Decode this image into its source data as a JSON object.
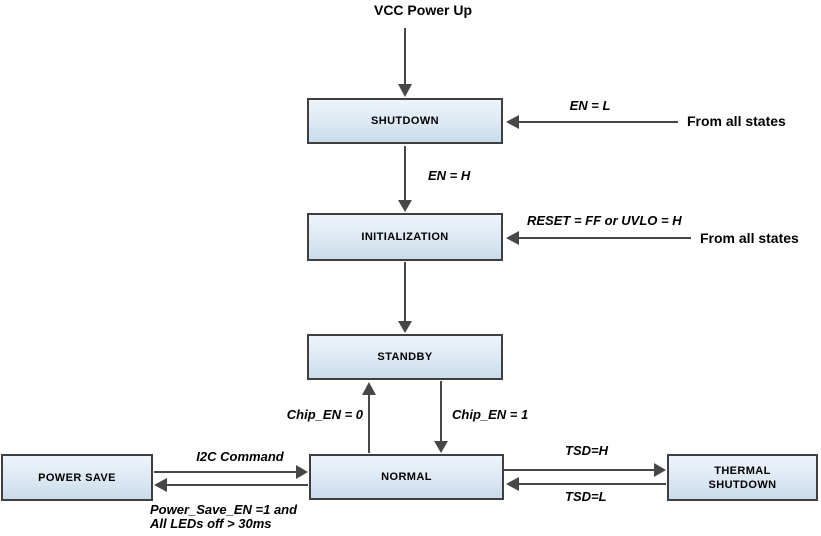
{
  "colors": {
    "node_fill_top": "#eef4fa",
    "node_fill_mid": "#dce8f3",
    "node_fill_bottom": "#c9dcec",
    "node_border": "#3f3f3f",
    "arrow": "#474747",
    "text": "#000000",
    "background": "#ffffff"
  },
  "nodes": {
    "shutdown": "SHUTDOWN",
    "initialization": "INITIALIZATION",
    "standby": "STANDBY",
    "normal": "NORMAL",
    "power_save": "POWER SAVE",
    "thermal_shutdown": "THERMAL\nSHUTDOWN"
  },
  "annotations": {
    "start": "VCC Power Up",
    "from_all_states_shutdown": "From all states",
    "from_all_states_init": "From all states"
  },
  "edge_labels": {
    "en_l": "EN = L",
    "en_h": "EN = H",
    "reset": "RESET = FF or UVLO = H",
    "chip_en_0": "Chip_EN = 0",
    "chip_en_1": "Chip_EN = 1",
    "i2c_command": "I2C Command",
    "power_save_cond": "Power_Save_EN =1 and\nAll LEDs off > 30ms",
    "tsd_h": "TSD=H",
    "tsd_l": "TSD=L"
  }
}
